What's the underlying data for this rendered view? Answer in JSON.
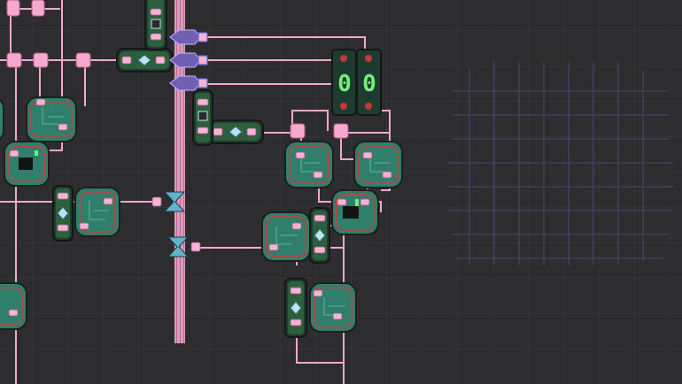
{
  "display": {
    "digits": [
      "0",
      "0"
    ],
    "colors": {
      "segment_on": "#74f07a",
      "wire": "#f4a7cf",
      "chip": "#2f7f6c",
      "purple_grid": "#6a5aa6"
    }
  },
  "icons": {
    "bus": "vertical-bus",
    "decoder": "diamond-selector-icon",
    "chip": "circuit-chip-icon",
    "crystal": "crystal-input-icon",
    "display": "seven-segment-icon"
  }
}
